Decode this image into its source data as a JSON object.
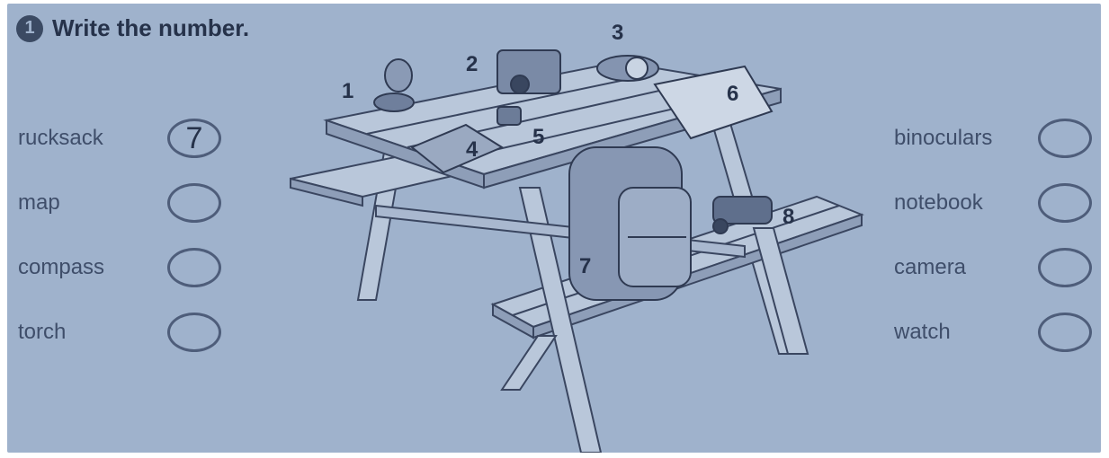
{
  "exercise": {
    "number": "1",
    "instruction": "Write the number."
  },
  "left_items": [
    {
      "word": "rucksack",
      "answer": "7"
    },
    {
      "word": "map",
      "answer": ""
    },
    {
      "word": "compass",
      "answer": ""
    },
    {
      "word": "torch",
      "answer": ""
    }
  ],
  "right_items": [
    {
      "word": "binoculars",
      "answer": ""
    },
    {
      "word": "notebook",
      "answer": ""
    },
    {
      "word": "camera",
      "answer": ""
    },
    {
      "word": "watch",
      "answer": ""
    }
  ],
  "picture_labels": [
    "1",
    "2",
    "3",
    "4",
    "5",
    "6",
    "7",
    "8"
  ]
}
